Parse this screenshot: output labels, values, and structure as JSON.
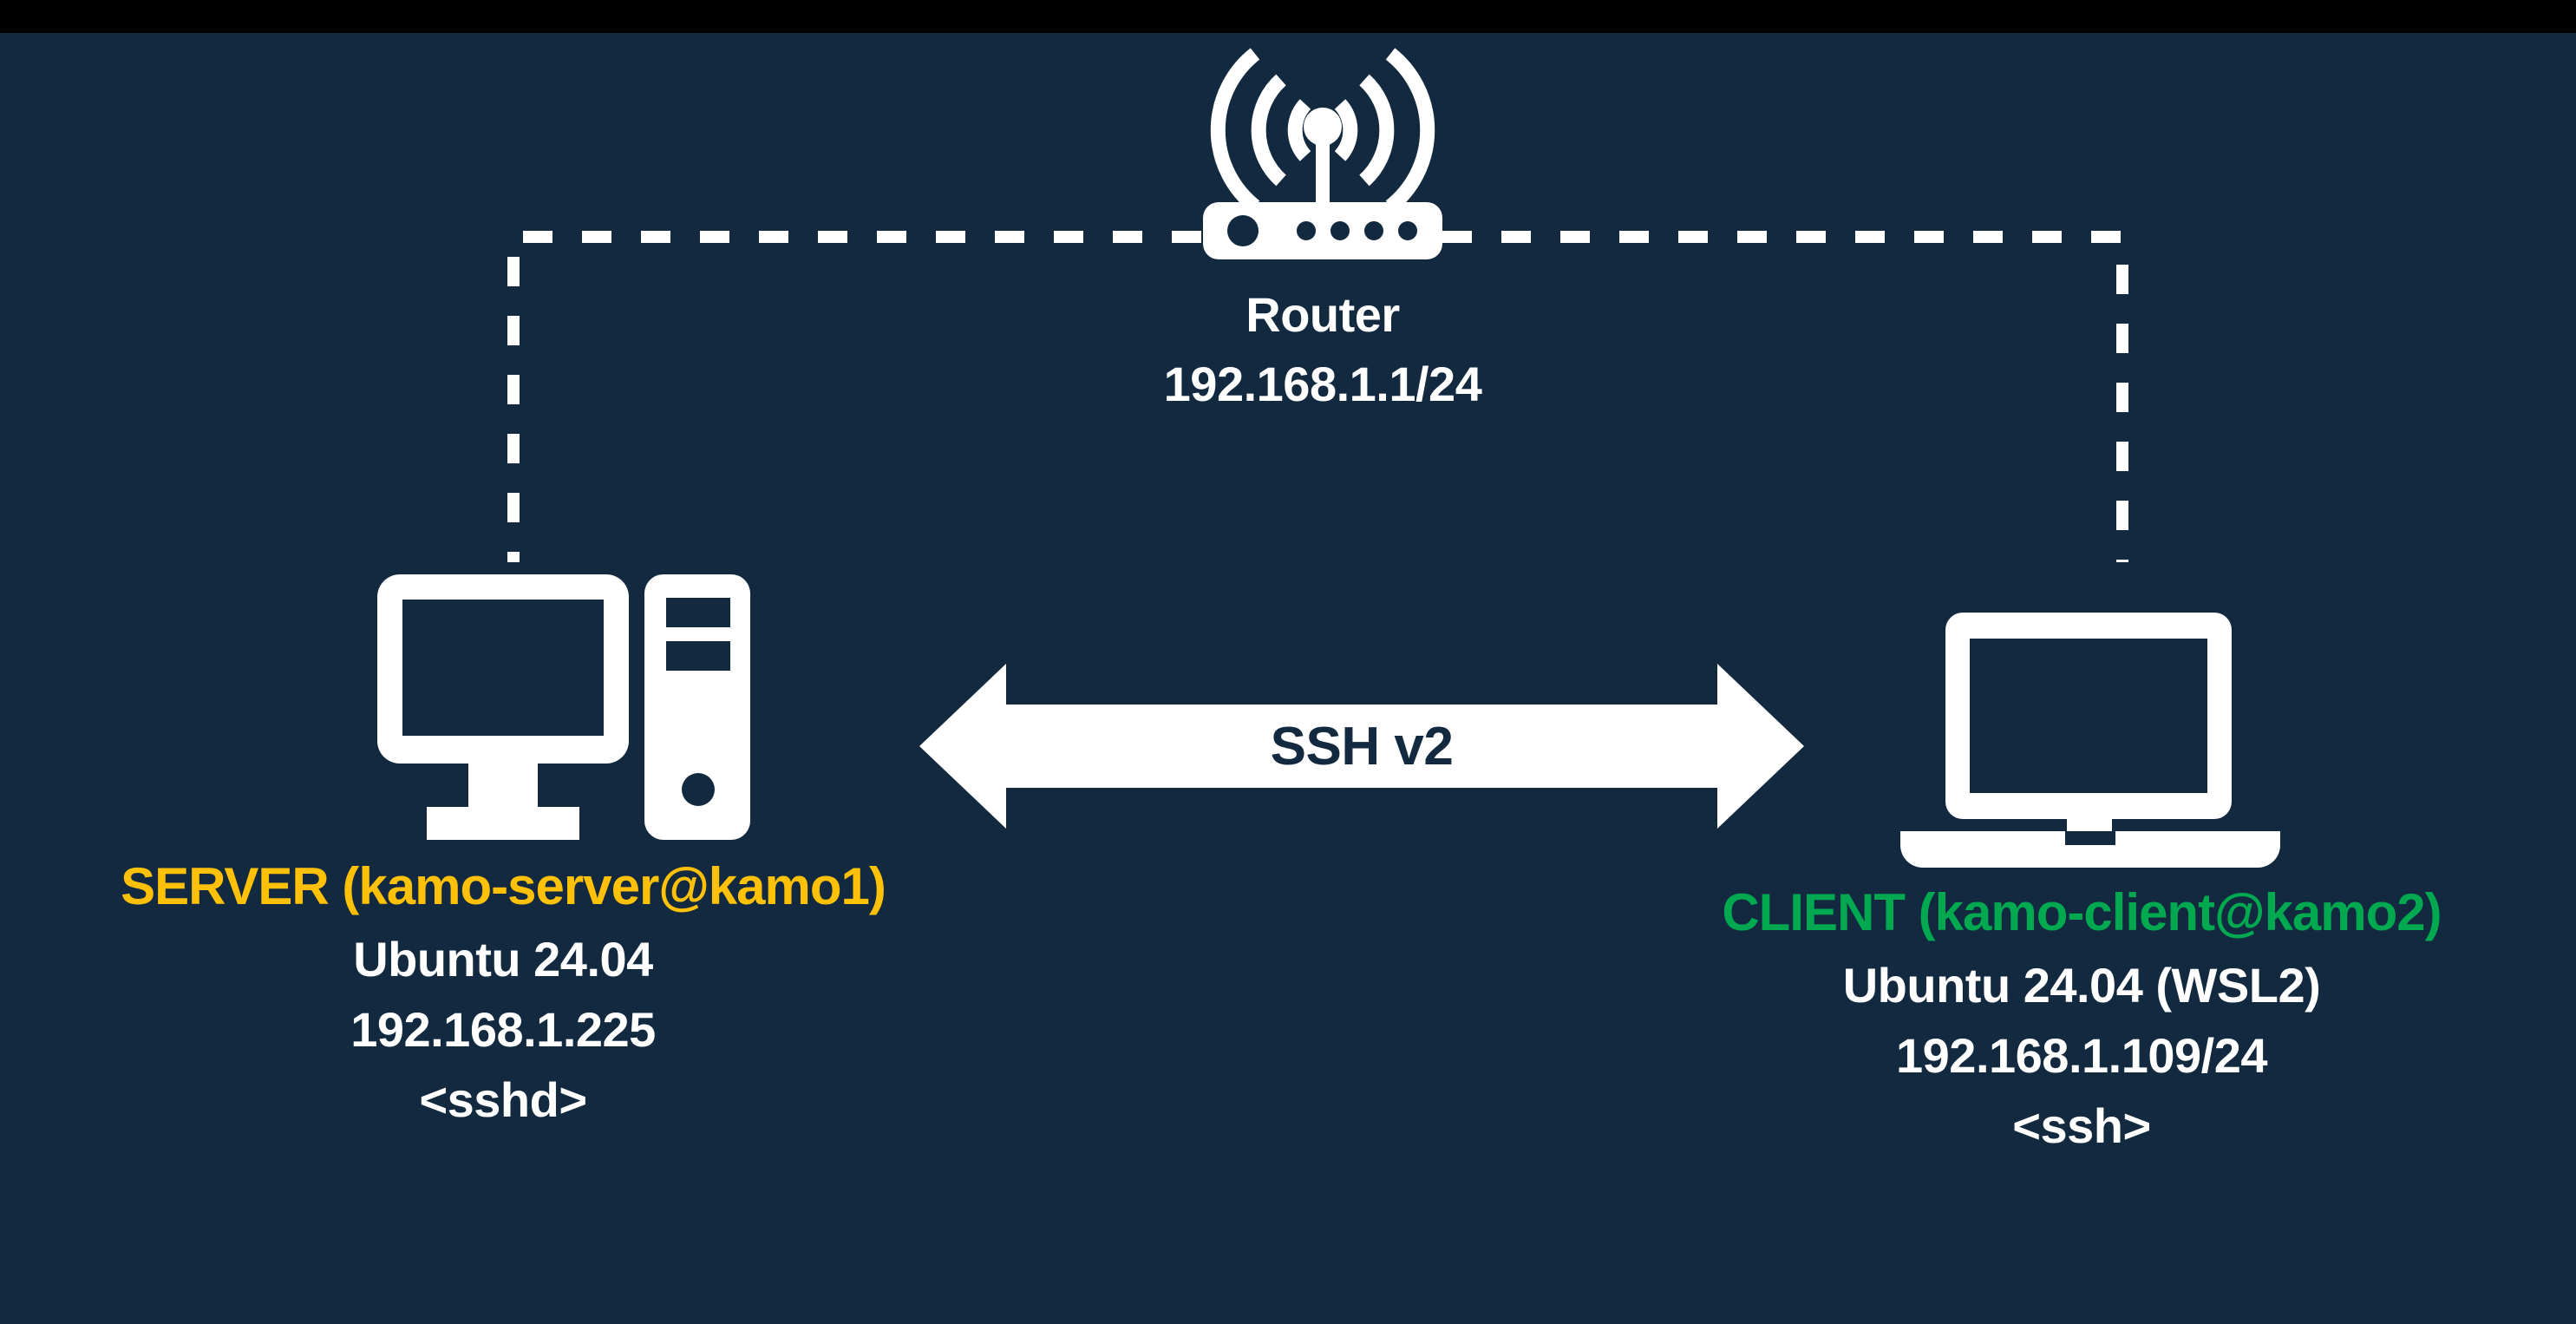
{
  "theme": {
    "background": "#12293f",
    "topbar": "#000000",
    "line": "#ffffff",
    "server_accent": "#ffc107",
    "client_accent": "#00a84f",
    "arrow_fill": "#ffffff",
    "arrow_text": "#12293f"
  },
  "diagram": {
    "type": "network-topology",
    "router": {
      "icon": "wifi-router-icon",
      "label": "Router",
      "ip": "192.168.1.1/24"
    },
    "link": {
      "icon": "bidirectional-arrow-icon",
      "label": "SSH v2"
    },
    "server": {
      "icon": "desktop-computer-icon",
      "title": "SERVER (kamo-server@kamo1)",
      "os": "Ubuntu 24.04",
      "ip": "192.168.1.225",
      "process": "<sshd>"
    },
    "client": {
      "icon": "laptop-icon",
      "title": "CLIENT (kamo-client@kamo2)",
      "os": "Ubuntu 24.04 (WSL2)",
      "ip": "192.168.1.109/24",
      "process": "<ssh>"
    }
  }
}
